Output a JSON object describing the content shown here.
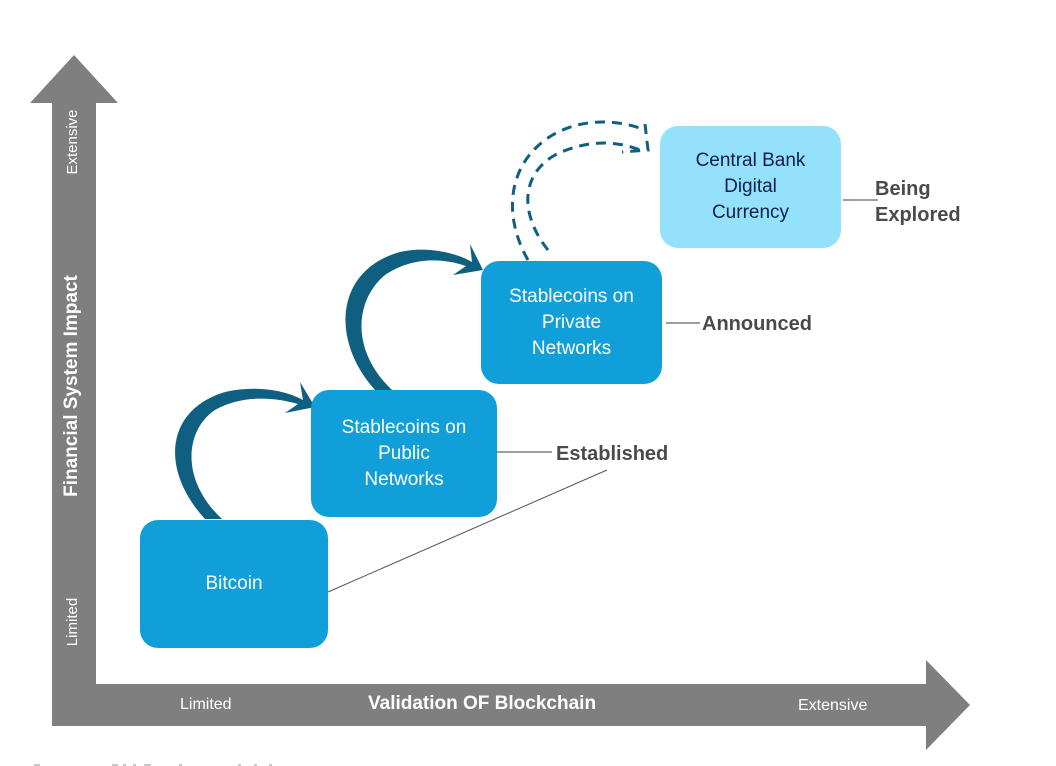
{
  "colors": {
    "axis": "#7f7f7f",
    "box_dark": "#109fd8",
    "box_light": "#93e1fb",
    "arrow": "#0e5f80",
    "status_text": "#4a4a4e",
    "connector": "#7f7f7f"
  },
  "y_axis": {
    "title": "Financial System Impact",
    "low_label": "Limited",
    "high_label": "Extensive"
  },
  "x_axis": {
    "title": "Validation OF Blockchain",
    "low_label": "Limited",
    "high_label": "Extensive"
  },
  "stages": [
    {
      "label": "Bitcoin",
      "style": "dark"
    },
    {
      "label": "Stablecoins on\nPublic\nNetworks",
      "style": "dark"
    },
    {
      "label": "Stablecoins on\nPrivate\nNetworks",
      "style": "dark"
    },
    {
      "label": "Central Bank\nDigital\nCurrency",
      "style": "light"
    }
  ],
  "statuses": [
    {
      "label": "Established"
    },
    {
      "label": "Announced"
    },
    {
      "label": "Being\nExplored"
    }
  ]
}
